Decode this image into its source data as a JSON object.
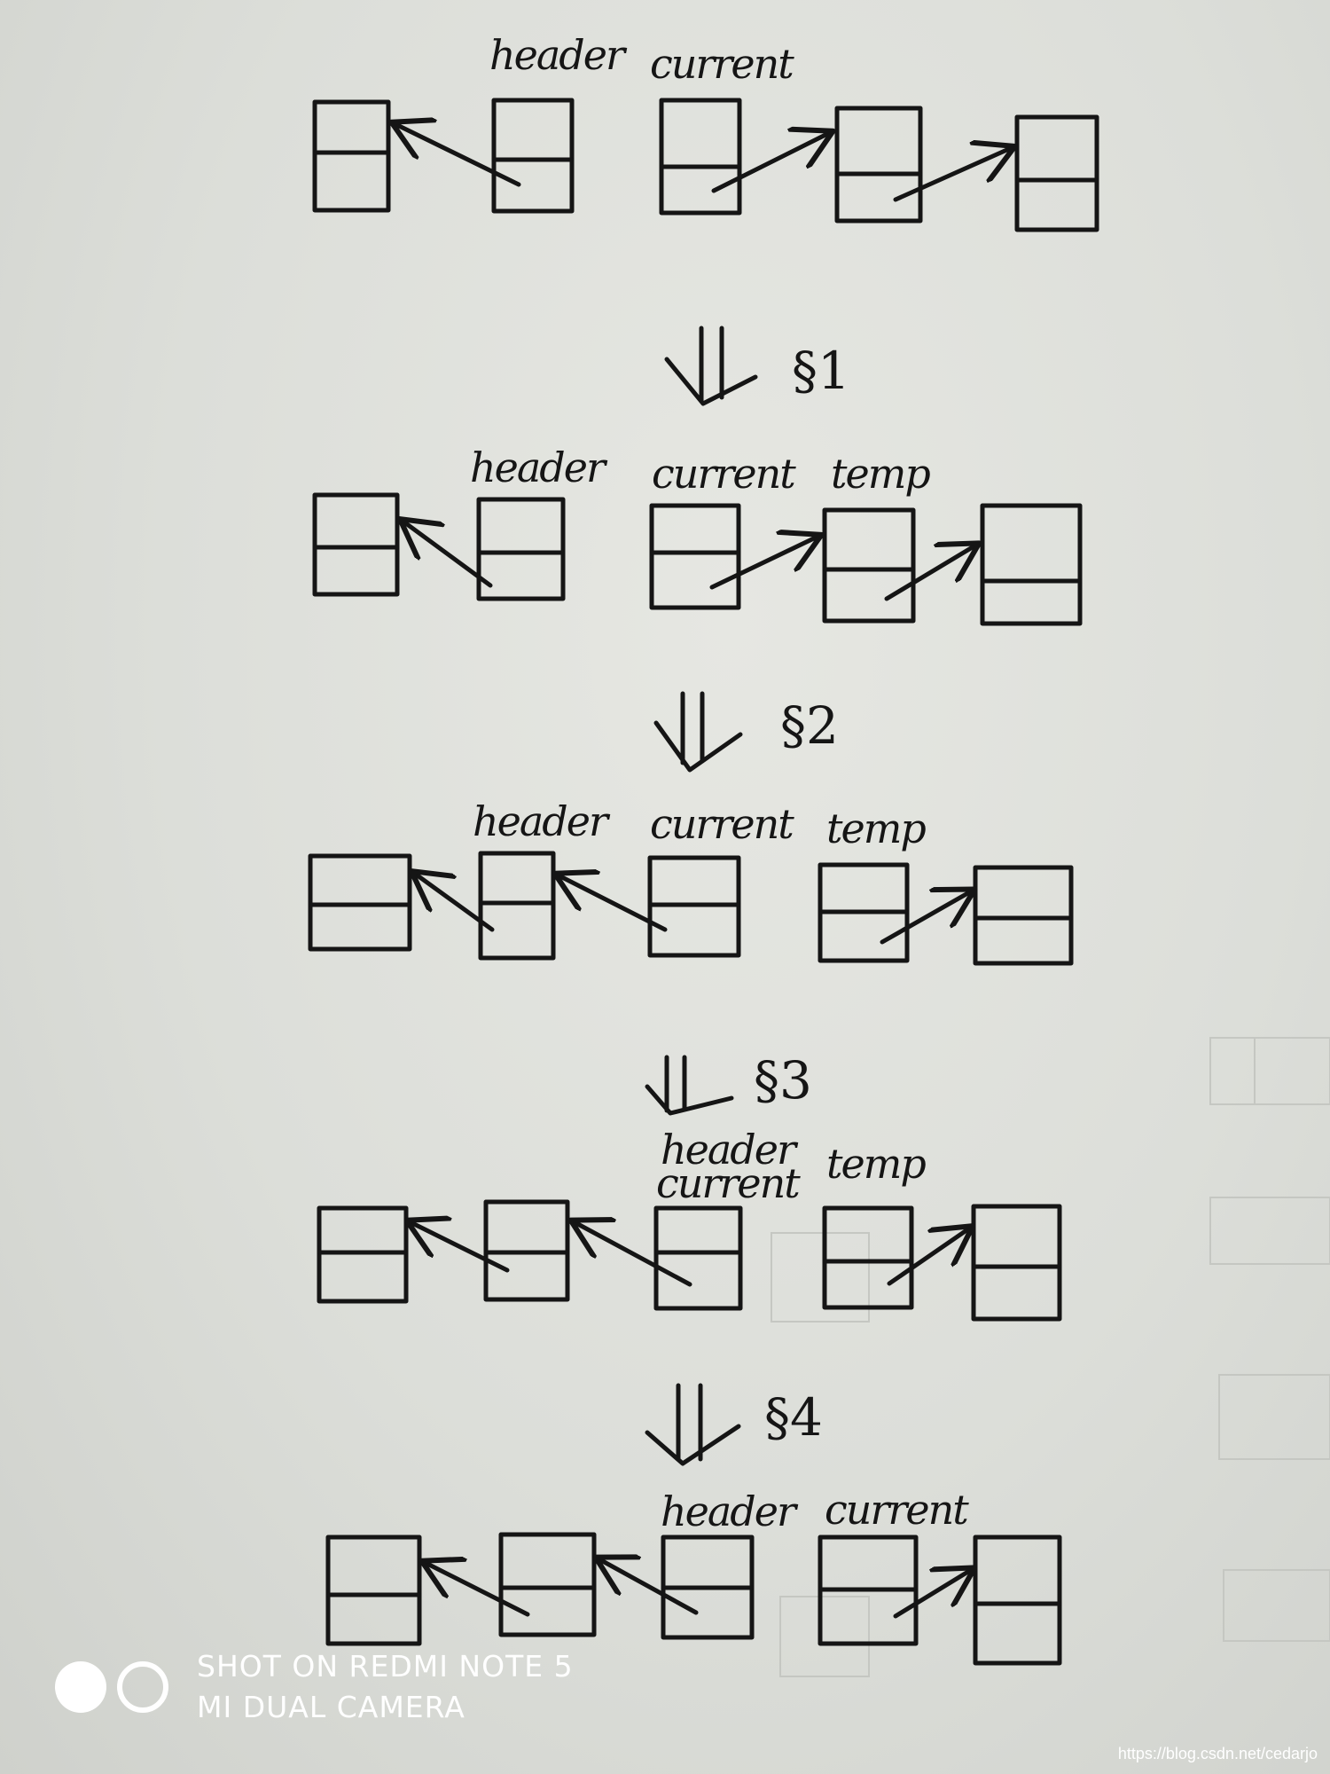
{
  "labels": {
    "header": "header",
    "current": "current",
    "temp": "temp"
  },
  "steps": [
    "§1",
    "§2",
    "§3",
    "§4"
  ],
  "watermark": {
    "line1": "SHOT ON REDMI NOTE 5",
    "line2": "MI DUAL CAMERA"
  },
  "source": "https://blog.csdn.net/cedarjo",
  "ink_color": "#151515"
}
